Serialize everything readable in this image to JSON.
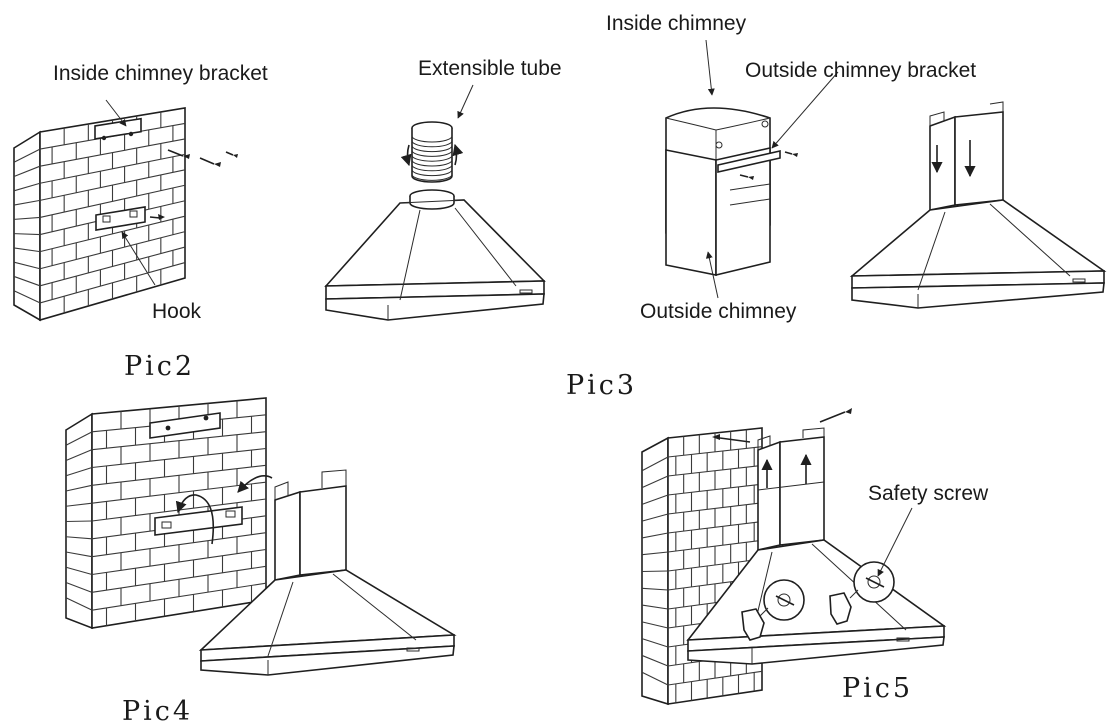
{
  "labels": {
    "inside_chimney_bracket": "Inside chimney bracket",
    "hook": "Hook",
    "extensible_tube": "Extensible tube",
    "inside_chimney": "Inside chimney",
    "outside_chimney_bracket": "Outside chimney bracket",
    "outside_chimney": "Outside chimney",
    "safety_screw": "Safety screw"
  },
  "captions": {
    "pic2": "Pic2",
    "pic3": "Pic3",
    "pic4": "Pic4",
    "pic5": "Pic5"
  }
}
